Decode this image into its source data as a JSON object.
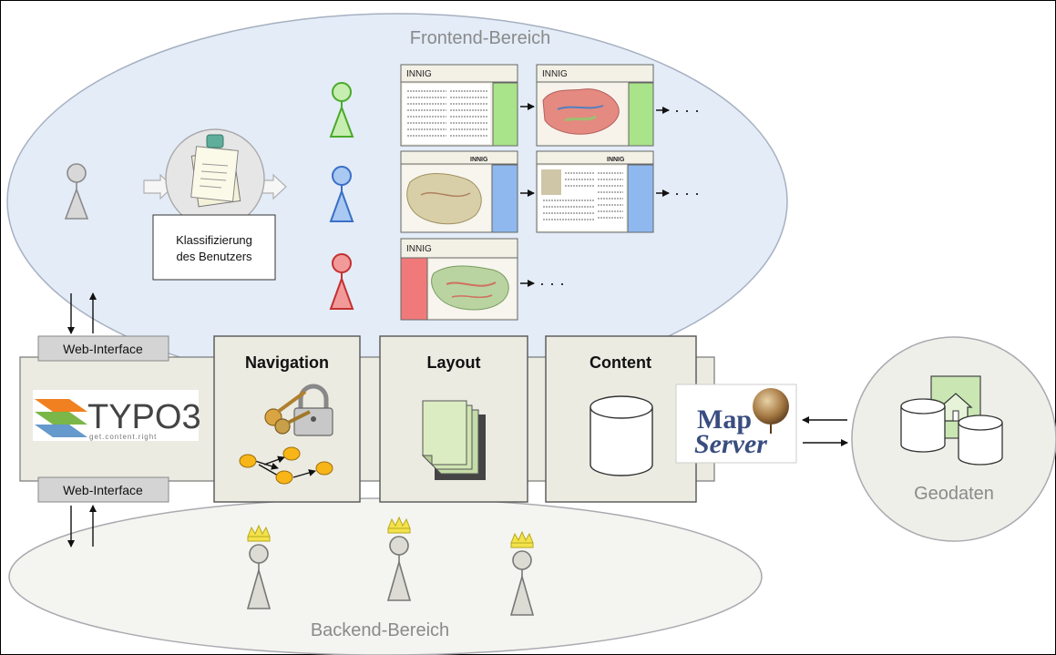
{
  "regions": {
    "frontend_label": "Frontend-Bereich",
    "backend_label": "Backend-Bereich",
    "geodaten_label": "Geodaten"
  },
  "interfaces": {
    "top_label": "Web-Interface",
    "bottom_label": "Web-Interface"
  },
  "typo3": {
    "logo_text": "TYPO3",
    "tagline": "get.content.right"
  },
  "modules": {
    "navigation": "Navigation",
    "layout": "Layout",
    "content": "Content"
  },
  "classification": {
    "line1": "Klassifizierung",
    "line2": "des Benutzers"
  },
  "mapserver": {
    "word1": "Map",
    "word2": "Server"
  },
  "pages": {
    "brand": "INNIG",
    "ellipsis": "· · ·"
  },
  "colors": {
    "green": "#a9e38a",
    "blue": "#8fb8ef",
    "red": "#f07a7a",
    "frontend_fill": "#e3ecf7",
    "backend_fill": "#f4f5f0",
    "panel_fill": "#ecebe2"
  }
}
